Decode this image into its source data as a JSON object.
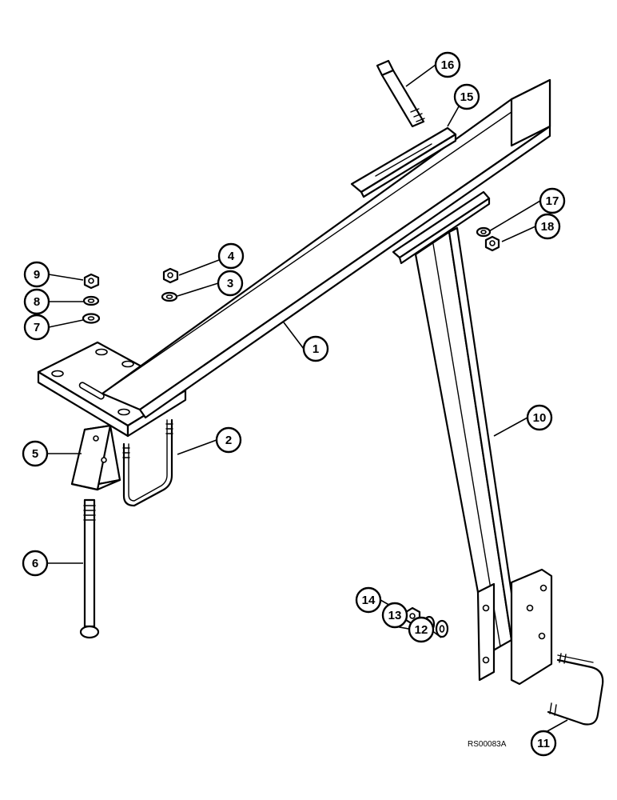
{
  "figure": {
    "reference_code": "RS00083A"
  },
  "callouts": [
    {
      "id": "c1",
      "label": "1"
    },
    {
      "id": "c2",
      "label": "2"
    },
    {
      "id": "c3",
      "label": "3"
    },
    {
      "id": "c4",
      "label": "4"
    },
    {
      "id": "c5",
      "label": "5"
    },
    {
      "id": "c6",
      "label": "6"
    },
    {
      "id": "c7",
      "label": "7"
    },
    {
      "id": "c8",
      "label": "8"
    },
    {
      "id": "c9",
      "label": "9"
    },
    {
      "id": "c10",
      "label": "10"
    },
    {
      "id": "c11",
      "label": "11"
    },
    {
      "id": "c12",
      "label": "12"
    },
    {
      "id": "c13",
      "label": "13"
    },
    {
      "id": "c14",
      "label": "14"
    },
    {
      "id": "c15",
      "label": "15"
    },
    {
      "id": "c16",
      "label": "16"
    },
    {
      "id": "c17",
      "label": "17"
    },
    {
      "id": "c18",
      "label": "18"
    }
  ]
}
